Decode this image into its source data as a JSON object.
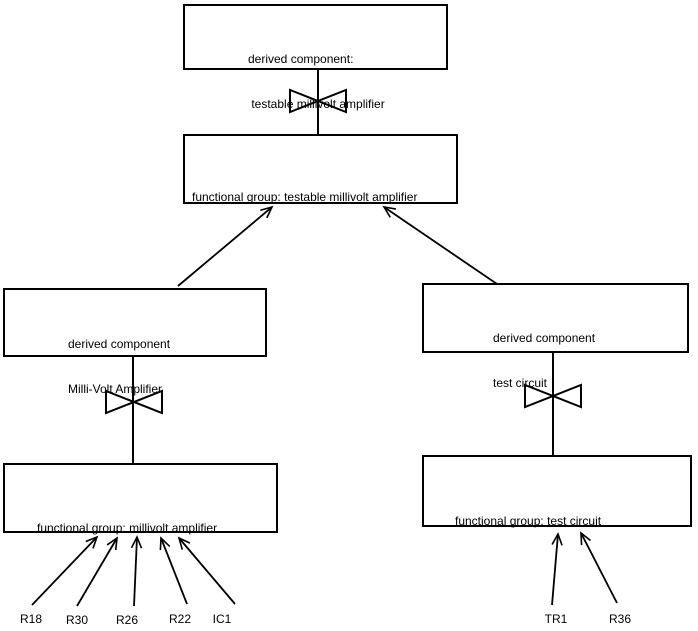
{
  "colors": {
    "line": "#000000",
    "background": "#ffffff",
    "text": "#000000"
  },
  "nodes": {
    "derived_testable": {
      "line1": "derived component:",
      "line2": " testable millivolt amplifier"
    },
    "fg_testable": {
      "label": "functional group: testable millivolt amplifier"
    },
    "derived_mva": {
      "line1": "derived component",
      "line2": "Milli-Volt Amplifier"
    },
    "fg_mva": {
      "label": "functional group: millivolt amplifier"
    },
    "derived_test": {
      "line1": "derived component",
      "line2": "test circuit"
    },
    "fg_test": {
      "label": "functional group: test circuit"
    }
  },
  "components": {
    "amplifier": [
      "R18",
      "R30",
      "R26",
      "R22",
      "IC1"
    ],
    "test_circuit": [
      "TR1",
      "R36"
    ]
  },
  "symbols": {
    "decomposition": "bowtie-icon",
    "reference": "open-arrowhead"
  },
  "edges": [
    {
      "from": "derived_testable",
      "to": "fg_testable",
      "type": "decomposition-bowtie"
    },
    {
      "from": "derived_mva",
      "to": "fg_testable",
      "type": "arrow"
    },
    {
      "from": "derived_test",
      "to": "fg_testable",
      "type": "arrow"
    },
    {
      "from": "derived_mva",
      "to": "fg_mva",
      "type": "decomposition-bowtie"
    },
    {
      "from": "derived_test",
      "to": "fg_test",
      "type": "decomposition-bowtie"
    },
    {
      "from": "R18",
      "to": "fg_mva",
      "type": "arrow"
    },
    {
      "from": "R30",
      "to": "fg_mva",
      "type": "arrow"
    },
    {
      "from": "R26",
      "to": "fg_mva",
      "type": "arrow"
    },
    {
      "from": "R22",
      "to": "fg_mva",
      "type": "arrow"
    },
    {
      "from": "IC1",
      "to": "fg_mva",
      "type": "arrow"
    },
    {
      "from": "TR1",
      "to": "fg_test",
      "type": "arrow"
    },
    {
      "from": "R36",
      "to": "fg_test",
      "type": "arrow"
    }
  ]
}
